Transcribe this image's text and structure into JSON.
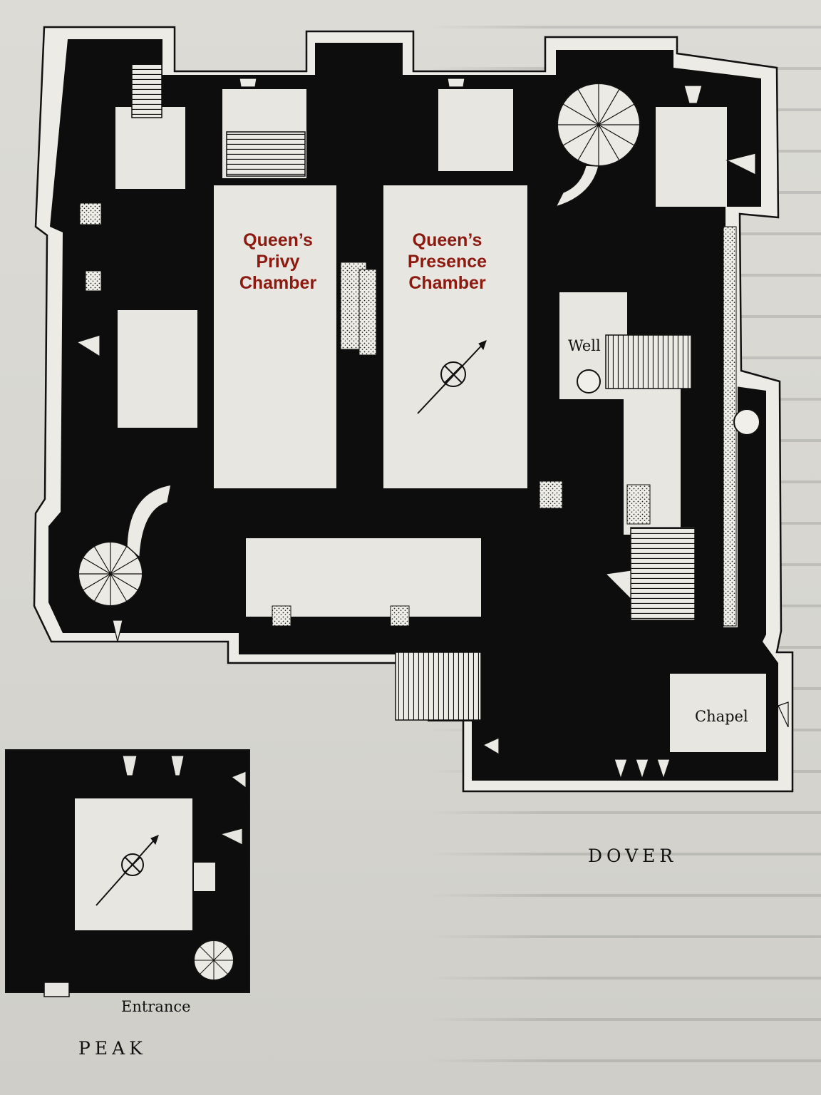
{
  "labels": {
    "privy": "Queen’s\nPrivy\nChamber",
    "presence": "Queen’s\nPresence\nChamber",
    "well": "Well",
    "chapel": "Chapel",
    "entrance": "Entrance"
  },
  "captions": {
    "dover": "DOVER",
    "peak": "PEAK"
  },
  "colors": {
    "wall": "#0e0d0d",
    "paper": "#e6e5e0",
    "label_red": "#8c1a10"
  }
}
